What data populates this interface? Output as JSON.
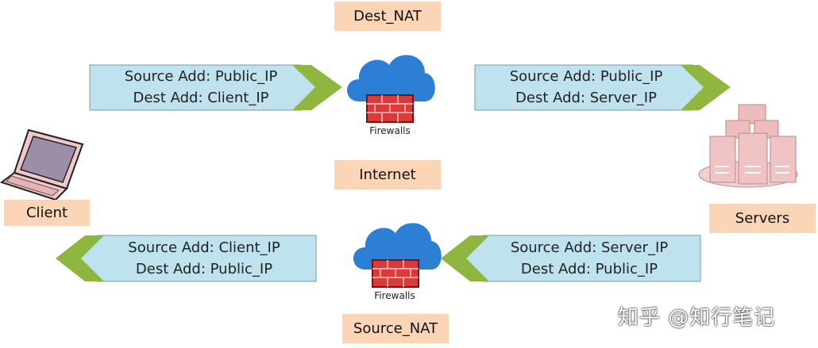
{
  "top_label": "Dest_NAT",
  "middle_label": "Internet",
  "bottom_label": "Source_NAT",
  "client_label": "Client",
  "servers_label": "Servers",
  "firewall_top_caption": "Firewalls",
  "firewall_bottom_caption": "Firewalls",
  "arrows": {
    "top_left": {
      "line1": "Source Add: Public_IP",
      "line2": "Dest Add: Client_IP"
    },
    "top_right": {
      "line1": "Source Add: Public_IP",
      "line2": "Dest Add: Server_IP"
    },
    "bottom_left": {
      "line1": "Source Add: Client_IP",
      "line2": "Dest Add: Public_IP"
    },
    "bottom_right": {
      "line1": "Source Add: Server_IP",
      "line2": "Dest Add: Public_IP"
    }
  },
  "watermark": "知乎 @知行笔记",
  "colors": {
    "arrow_fill": "#bfe3ee",
    "arrow_chevron": "#8fb63f",
    "label_fill": "#fbd5b5",
    "cloud": "#2d7fd6",
    "firewall": "#d93a3a"
  }
}
